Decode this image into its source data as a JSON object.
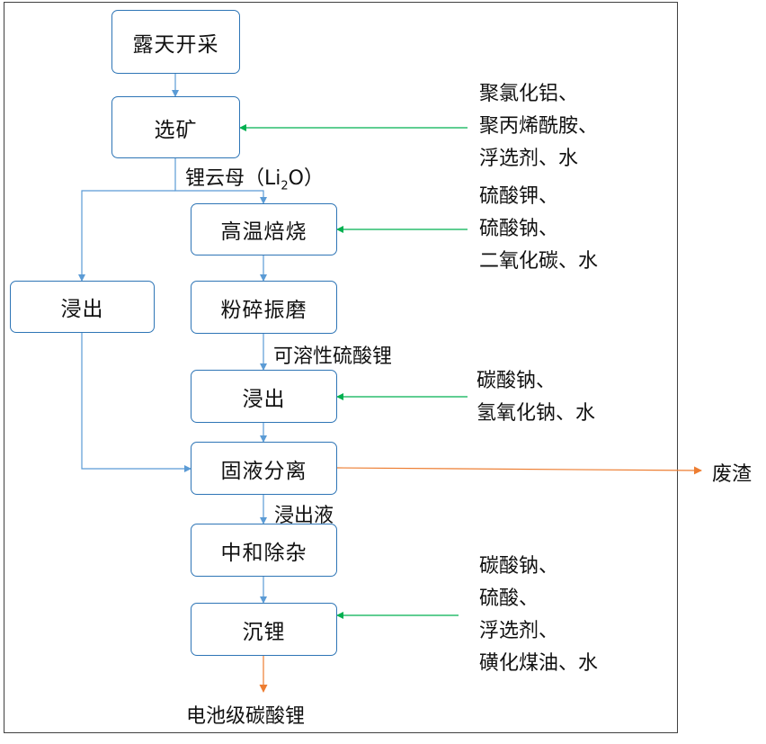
{
  "nodes": {
    "open_pit": "露天开采",
    "beneficiation": "选矿",
    "roasting": "高温焙烧",
    "grinding": "粉碎振磨",
    "leach_left": "浸出",
    "leach_main": "浸出",
    "separation": "固液分离",
    "neutralize": "中和除杂",
    "precipitate": "沉锂"
  },
  "labels": {
    "lepidolite_main": "锂云母（Li",
    "lepidolite_sub": "2",
    "lepidolite_tail": "O）",
    "soluble": "可溶性硫酸锂",
    "leachate": "浸出液",
    "residue": "废渣",
    "product": "电池级碳酸锂"
  },
  "inputs": {
    "beneficiation": [
      "聚氯化铝、",
      "聚丙烯酰胺、",
      "浮选剂、水"
    ],
    "roasting": [
      "硫酸钾、",
      "硫酸钠、",
      "二氧化碳、水"
    ],
    "leach": [
      "碳酸钠、",
      "氢氧化钠、水"
    ],
    "precipitate": [
      "碳酸钠、",
      "硫酸、",
      "浮选剂、",
      "磺化煤油、水"
    ]
  },
  "colors": {
    "node_border": "#2e75b6",
    "flow_arrow": "#5b9bd5",
    "input_arrow": "#00b050",
    "output_arrow": "#ed7d31"
  }
}
